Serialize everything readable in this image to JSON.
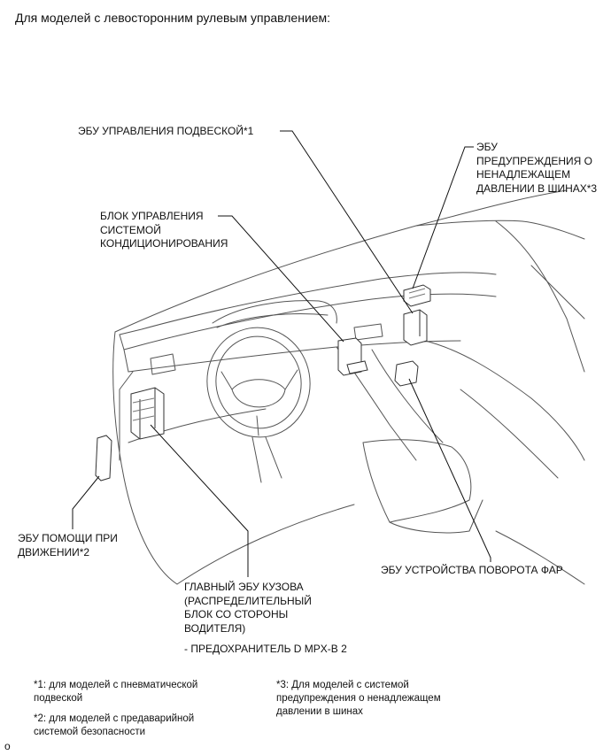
{
  "heading": "Для моделей с левосторонним рулевым управлением:",
  "labels": {
    "suspension_ecu": "ЭБУ УПРАВЛЕНИЯ ПОДВЕСКОЙ*1",
    "tpms_ecu": "ЭБУ\nПРЕДУПРЕЖДЕНИЯ О\nНЕНАДЛЕЖАЩЕМ\nДАВЛЕНИИ В ШИНАХ*3",
    "ac_unit": "БЛОК УПРАВЛЕНИЯ\nСИСТЕМОЙ\nКОНДИЦИОНИРОВАНИЯ",
    "driving_support_ecu": "ЭБУ ПОМОЩИ ПРИ\nДВИЖЕНИИ*2",
    "headlamp_swivel_ecu": "ЭБУ УСТРОЙСТВА ПОВОРОТА ФАР",
    "main_body_ecu": "ГЛАВНЫЙ ЭБУ КУЗОВА\n(РАСПРЕДЕЛИТЕЛЬНЫЙ\nБЛОК СО СТОРОНЫ\nВОДИТЕЛЯ)",
    "fuse": "- ПРЕДОХРАНИТЕЛЬ D MPX-B 2"
  },
  "footnotes": {
    "note1": "*1: для моделей с пневматической\nподвеской",
    "note2": "*2: для моделей с предаварийной\nсистемой безопасности",
    "note3": "*3: Для моделей с системой\nпредупреждения о ненадлежащем\nдавлении в шинах"
  },
  "corner_mark": "o"
}
